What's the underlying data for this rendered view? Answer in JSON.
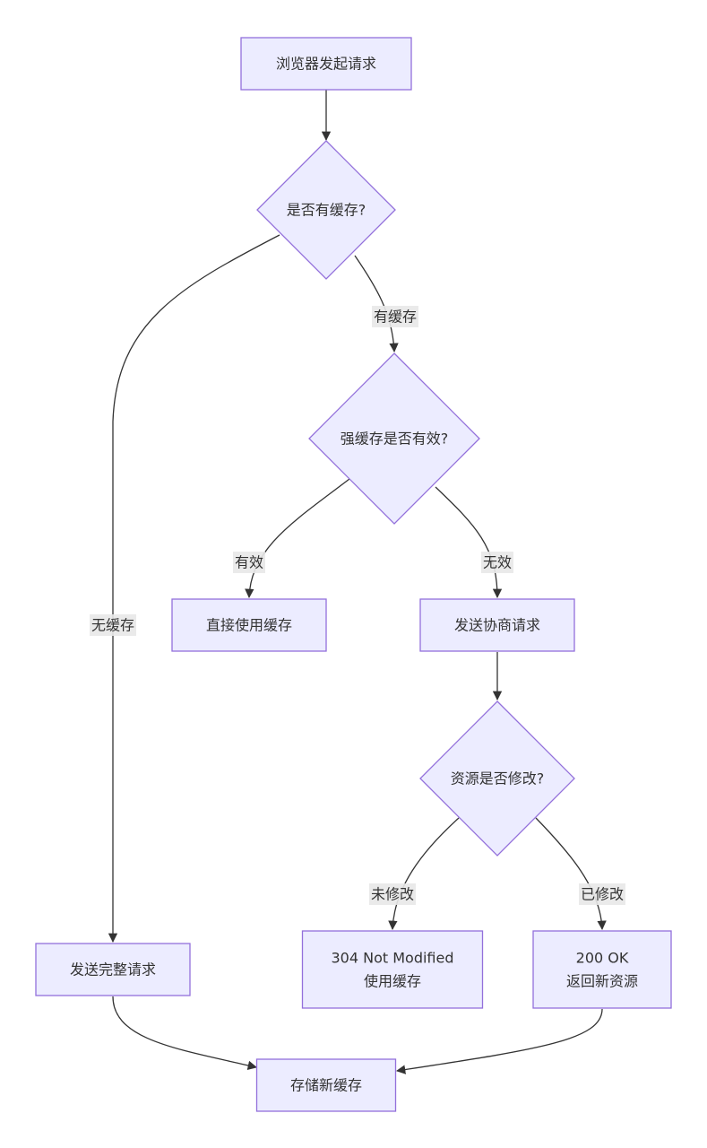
{
  "diagram": {
    "type": "flowchart",
    "direction": "top-down",
    "colors": {
      "node_fill": "#ECECFF",
      "node_stroke": "#9370DB",
      "edge": "#333333",
      "label_bg": "#e8e8e8",
      "text": "#333333"
    },
    "nodes": {
      "start": {
        "shape": "rect",
        "lines": [
          "浏览器发起请求"
        ]
      },
      "has_cache": {
        "shape": "diamond",
        "lines": [
          "是否有缓存?"
        ]
      },
      "strong": {
        "shape": "diamond",
        "lines": [
          "强缓存是否有效?"
        ]
      },
      "use_cache": {
        "shape": "rect",
        "lines": [
          "直接使用缓存"
        ]
      },
      "negotiate": {
        "shape": "rect",
        "lines": [
          "发送协商请求"
        ]
      },
      "modified": {
        "shape": "diamond",
        "lines": [
          "资源是否修改?"
        ]
      },
      "full_req": {
        "shape": "rect",
        "lines": [
          "发送完整请求"
        ]
      },
      "not_mod": {
        "shape": "rect",
        "lines": [
          "304 Not Modified",
          "使用缓存"
        ]
      },
      "ok200": {
        "shape": "rect",
        "lines": [
          "200 OK",
          "返回新资源"
        ]
      },
      "store": {
        "shape": "rect",
        "lines": [
          "存储新缓存"
        ]
      }
    },
    "edges": [
      {
        "from": "start",
        "to": "has_cache",
        "label": ""
      },
      {
        "from": "has_cache",
        "to": "strong",
        "label": "有缓存"
      },
      {
        "from": "has_cache",
        "to": "full_req",
        "label": "无缓存"
      },
      {
        "from": "strong",
        "to": "use_cache",
        "label": "有效"
      },
      {
        "from": "strong",
        "to": "negotiate",
        "label": "无效"
      },
      {
        "from": "negotiate",
        "to": "modified",
        "label": ""
      },
      {
        "from": "modified",
        "to": "not_mod",
        "label": "未修改"
      },
      {
        "from": "modified",
        "to": "ok200",
        "label": "已修改"
      },
      {
        "from": "full_req",
        "to": "store",
        "label": ""
      },
      {
        "from": "ok200",
        "to": "store",
        "label": ""
      }
    ]
  }
}
